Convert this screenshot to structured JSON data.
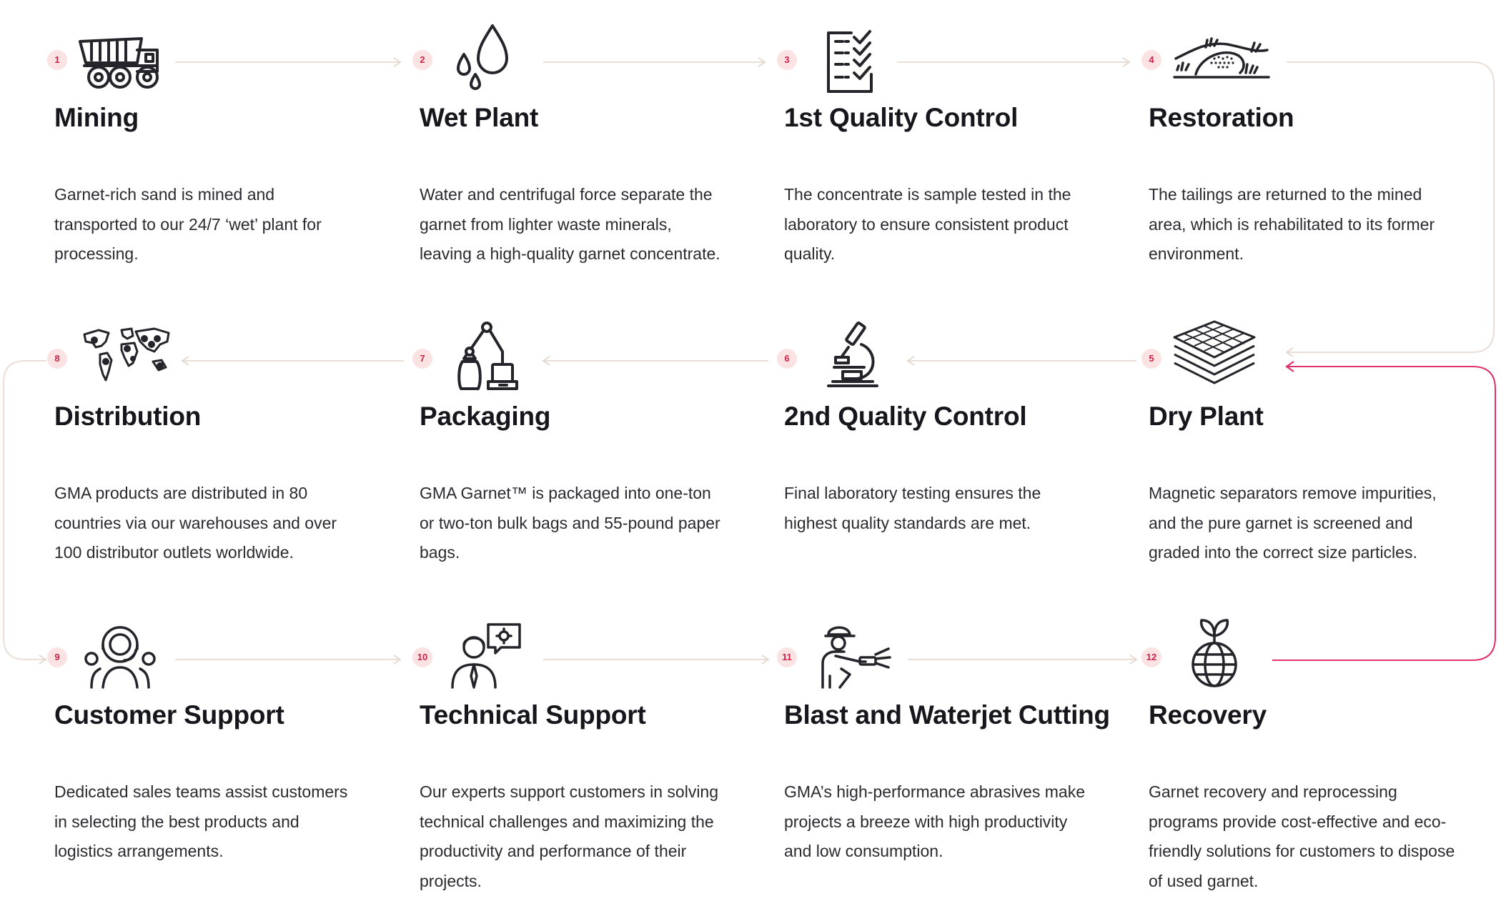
{
  "colors": {
    "connector": "#eadfd8",
    "accent": "#e0316a",
    "badge_bg": "#fbe3e4",
    "badge_text": "#c8234b"
  },
  "steps": [
    {
      "num": "1",
      "title": "Mining",
      "icon": "mining-truck-icon",
      "desc": "Garnet-rich sand is mined and transported to our 24/7 ‘wet’ plant for processing."
    },
    {
      "num": "2",
      "title": "Wet Plant",
      "icon": "water-drops-icon",
      "desc": "Water and centrifugal force separate the garnet from lighter waste minerals, leaving a high-quality garnet concentrate."
    },
    {
      "num": "3",
      "title": "1st Quality Control",
      "icon": "checklist-icon",
      "desc": "The concentrate is sample tested in the laboratory to ensure consistent product quality."
    },
    {
      "num": "4",
      "title": "Restoration",
      "icon": "landscape-icon",
      "desc": "The tailings are returned to the mined area, which is rehabilitated to its former environment."
    },
    {
      "num": "5",
      "title": "Dry Plant",
      "icon": "stacked-screens-icon",
      "desc": "Magnetic separators remove impurities, and the pure garnet is screened and graded into the correct size particles."
    },
    {
      "num": "6",
      "title": "2nd Quality Control",
      "icon": "microscope-icon",
      "desc": "Final laboratory testing ensures the highest quality standards are met."
    },
    {
      "num": "7",
      "title": "Packaging",
      "icon": "robotic-arm-icon",
      "desc": "GMA Garnet™ is packaged into one-ton or two-ton bulk bags and 55-pound paper bags."
    },
    {
      "num": "8",
      "title": "Distribution",
      "icon": "world-map-icon",
      "desc": "GMA products are distributed in 80 countries via our warehouses and over 100 distributor outlets worldwide."
    },
    {
      "num": "9",
      "title": "Customer Support",
      "icon": "support-team-icon",
      "desc": "Dedicated sales teams assist customers in selecting the best products and logistics arrangements."
    },
    {
      "num": "10",
      "title": "Technical Support",
      "icon": "technical-expert-icon",
      "desc": "Our experts support customers in solving technical challenges and maximizing the productivity and performance of their projects."
    },
    {
      "num": "11",
      "title": "Blast and Waterjet Cutting",
      "icon": "blasting-worker-icon",
      "desc": "GMA’s high-performance abrasives make projects a breeze with high productivity and low consumption."
    },
    {
      "num": "12",
      "title": "Recovery",
      "icon": "eco-globe-icon",
      "desc": "Garnet recovery and reprocessing programs provide cost-effective and eco-friendly solutions for customers to dispose of used garnet."
    }
  ]
}
